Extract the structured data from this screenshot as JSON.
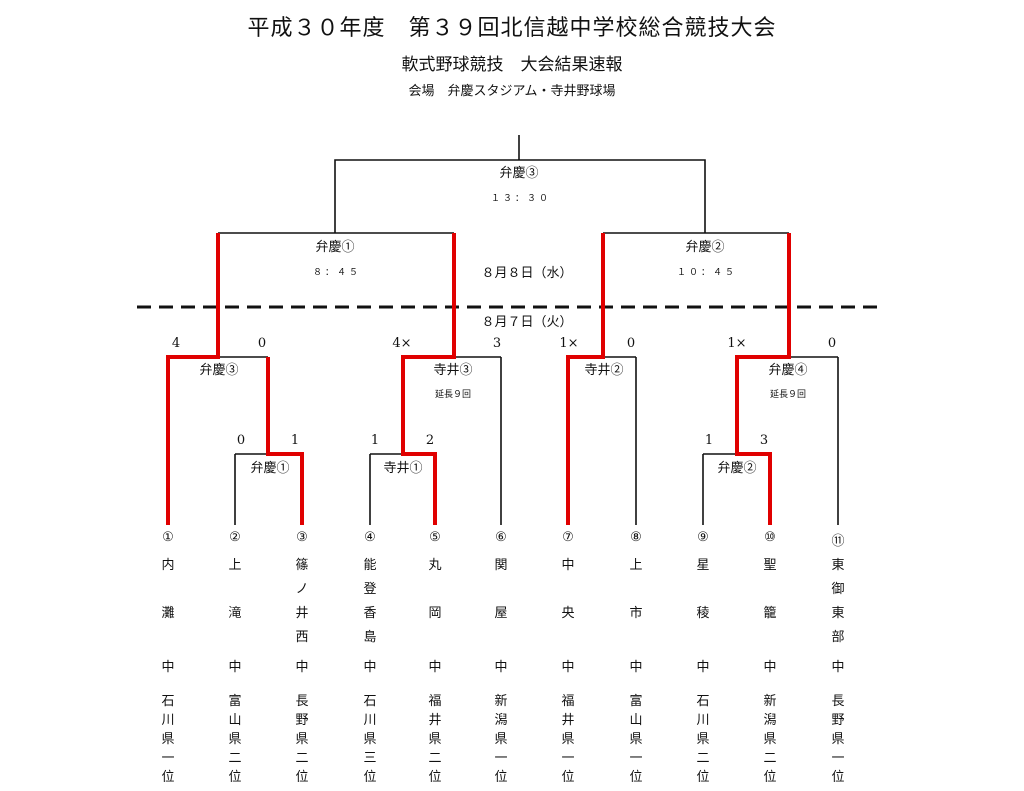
{
  "header": {
    "title": "平成３０年度　第３９回北信越中学校総合競技大会",
    "subtitle": "軟式野球競技　大会結果速報",
    "venue": "会場　弁慶スタジアム・寺井野球場"
  },
  "dates": {
    "day2": "８月８日（水）",
    "day1": "８月７日（火）"
  },
  "final": {
    "venue": "弁慶③",
    "time": "１３：３０"
  },
  "semifinals": [
    {
      "venue": "弁慶①",
      "time": "８：４５"
    },
    {
      "venue": "弁慶②",
      "time": "１０：４５"
    }
  ],
  "quarterfinals": [
    {
      "venue": "弁慶③",
      "score_left": "4",
      "score_right": "0",
      "note": ""
    },
    {
      "venue": "寺井③",
      "score_left": "4×",
      "score_right": "3",
      "note": "延長９回"
    },
    {
      "venue": "寺井②",
      "score_left": "1×",
      "score_right": "0",
      "note": ""
    },
    {
      "venue": "弁慶④",
      "score_left": "1×",
      "score_right": "0",
      "note": "延長９回"
    }
  ],
  "first_round": [
    {
      "venue": "弁慶①",
      "score_left": "0",
      "score_right": "1"
    },
    {
      "venue": "寺井①",
      "score_left": "1",
      "score_right": "2"
    },
    {
      "venue": "弁慶②",
      "score_left": "1",
      "score_right": "3"
    }
  ],
  "teams": [
    {
      "num": "①",
      "school": [
        "内",
        "",
        "灘"
      ],
      "suffix": "中",
      "pref": [
        "石",
        "川",
        "県",
        "一",
        "位"
      ]
    },
    {
      "num": "②",
      "school": [
        "上",
        "",
        "滝"
      ],
      "suffix": "中",
      "pref": [
        "富",
        "山",
        "県",
        "二",
        "位"
      ]
    },
    {
      "num": "③",
      "school": [
        "篠",
        "ノ",
        "井",
        "西"
      ],
      "suffix": "中",
      "pref": [
        "長",
        "野",
        "県",
        "二",
        "位"
      ]
    },
    {
      "num": "④",
      "school": [
        "能",
        "登",
        "香",
        "島"
      ],
      "suffix": "中",
      "pref": [
        "石",
        "川",
        "県",
        "三",
        "位"
      ]
    },
    {
      "num": "⑤",
      "school": [
        "丸",
        "",
        "岡"
      ],
      "suffix": "中",
      "pref": [
        "福",
        "井",
        "県",
        "二",
        "位"
      ]
    },
    {
      "num": "⑥",
      "school": [
        "関",
        "",
        "屋"
      ],
      "suffix": "中",
      "pref": [
        "新",
        "潟",
        "県",
        "一",
        "位"
      ]
    },
    {
      "num": "⑦",
      "school": [
        "中",
        "",
        "央"
      ],
      "suffix": "中",
      "pref": [
        "福",
        "井",
        "県",
        "一",
        "位"
      ]
    },
    {
      "num": "⑧",
      "school": [
        "上",
        "",
        "市"
      ],
      "suffix": "中",
      "pref": [
        "富",
        "山",
        "県",
        "一",
        "位"
      ]
    },
    {
      "num": "⑨",
      "school": [
        "星",
        "",
        "稜"
      ],
      "suffix": "中",
      "pref": [
        "石",
        "川",
        "県",
        "二",
        "位"
      ]
    },
    {
      "num": "⑩",
      "school": [
        "聖",
        "",
        "籠"
      ],
      "suffix": "中",
      "pref": [
        "新",
        "潟",
        "県",
        "二",
        "位"
      ]
    },
    {
      "num": "⑪",
      "school": [
        "東",
        "御",
        "東",
        "部"
      ],
      "suffix": "中",
      "pref": [
        "長",
        "野",
        "県",
        "一",
        "位"
      ]
    }
  ],
  "colors": {
    "winner_line": "#e00000",
    "line": "#111111"
  }
}
